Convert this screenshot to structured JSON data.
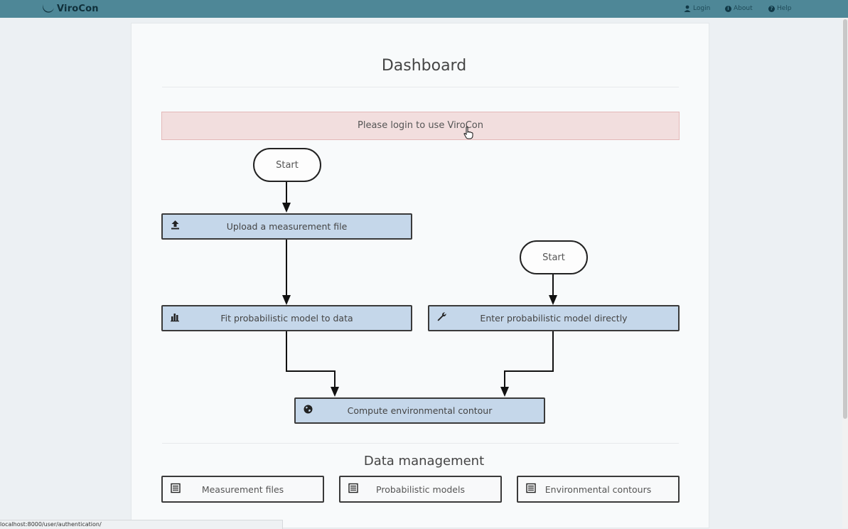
{
  "navbar": {
    "brand": "ViroCon",
    "login": "Login",
    "about": "About",
    "help": "Help",
    "bg_color": "#4e8797"
  },
  "page": {
    "title": "Dashboard",
    "alert": "Please login to use ViroCon"
  },
  "flowchart": {
    "start_left": "Start",
    "start_right": "Start",
    "upload": "Upload a measurement file",
    "fit": "Fit probabilistic model to data",
    "enter": "Enter probabilistic model directly",
    "compute": "Compute environmental contour",
    "box_color": "#c5d7ea"
  },
  "data_management": {
    "title": "Data management",
    "buttons": [
      "Measurement files",
      "Probabilistic models",
      "Environmental contours"
    ]
  },
  "statusbar": {
    "url": "localhost:8000/user/authentication/"
  },
  "icons": {
    "upload": "upload-icon",
    "fit": "bar-chart-icon",
    "enter": "wrench-icon",
    "compute": "globe-icon",
    "list": "list-icon"
  }
}
